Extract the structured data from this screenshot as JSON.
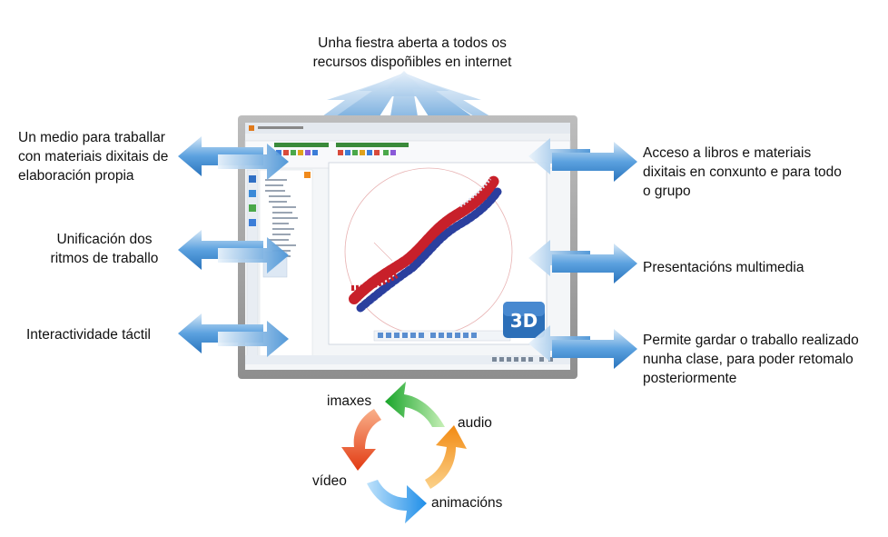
{
  "labels": {
    "top": "Unha fiestra aberta a todos os recursos dispoñibles en internet",
    "left1": "Un medio para traballar con materiais dixitais de elaboración propia",
    "left2": "Unificación dos ritmos de traballo",
    "left3": "Interactividade táctil",
    "right1": "Acceso a libros e materiais dixitais en conxunto e para todo o grupo",
    "right2": "Presentacións multimedia",
    "right3": "Permite gardar o traballo realizado nunha clase, para poder retomalo posteriormente"
  },
  "cycle": {
    "imaxes": "imaxes",
    "audio": "audio",
    "video": "vídeo",
    "animacions": "animacións"
  },
  "board": {
    "badge_3d": "3D"
  },
  "colors": {
    "arrow_blue": "#3f8fd6",
    "arrow_light": "#cfe3f5",
    "cycle_green": "#2fb23a",
    "cycle_red": "#ee4a1c",
    "cycle_orange": "#f59a1c",
    "cycle_blue": "#2f9cf0",
    "frame_grey": "#9a9a9a"
  }
}
